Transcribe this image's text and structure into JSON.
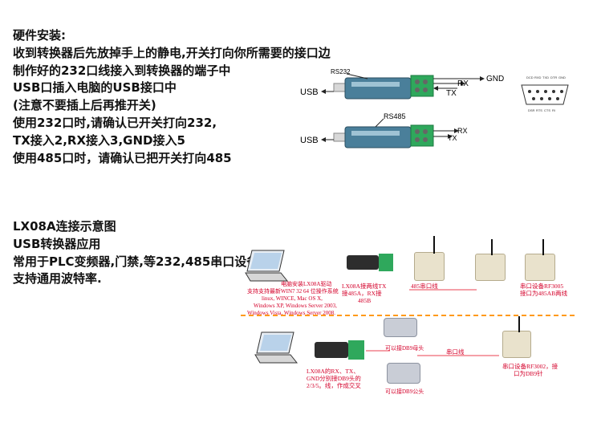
{
  "install": {
    "lines": [
      "硬件安装:",
      "收到转换器后先放掉手上的静电,开关打向你所需要的接口边",
      "制作好的232口线接入到转换器的端子中",
      "USB口插入电脑的USB接口中",
      "(注意不要插上后再推开关)",
      "使用232口时,请确认已开关打向232,",
      "TX接入2,RX接入3,GND接入5",
      "使用485口时，请确认已把开关打向485"
    ]
  },
  "wiring": {
    "top": {
      "port": "RS232",
      "usb": "USB",
      "rx": "RX",
      "tx": "TX",
      "gnd": "GND"
    },
    "bottom": {
      "port": "RS485",
      "usb": "USB",
      "rx": "RX",
      "tx": "TX"
    },
    "db9_pins_top": [
      "DCD",
      "RXD",
      "TXD",
      "DTR",
      "GND"
    ],
    "db9_pins_bottom": [
      "DSR",
      "RTS",
      "CTS",
      "RI"
    ]
  },
  "diagram_intro": {
    "lines": [
      "LX08A连接示意图",
      "USB转换器应用",
      "常用于PLC变频器,门禁,等232,485串口设备",
      "支持通用波特率."
    ]
  },
  "diagram": {
    "driver_lines": [
      "电脑安装LX08A驱动",
      "支持支持最新WIN7 32 64 位操作系统",
      "linux, WINCE, Mac OS X,",
      "Windows XP, Windows Server 2003,",
      "Windows Vista, Windows Server 2008."
    ],
    "lx08a_485": [
      "LX08A接两线TX",
      "接485A，RX接",
      "485B"
    ],
    "line_485": "485串口线",
    "device_485": [
      "串口设备RF3005",
      "接口为485AB两线"
    ],
    "lx08a_232": [
      "LX08A的RX、TX、",
      "GND分别接DB9头的",
      "2/3/5。线，作成交叉"
    ],
    "db9_female": "可以接DB9母头",
    "serial_line": "串口线",
    "db9_male": "可以接DB9公头",
    "device_232": [
      "串口设备RF3002，接",
      "口为DB9针"
    ]
  }
}
